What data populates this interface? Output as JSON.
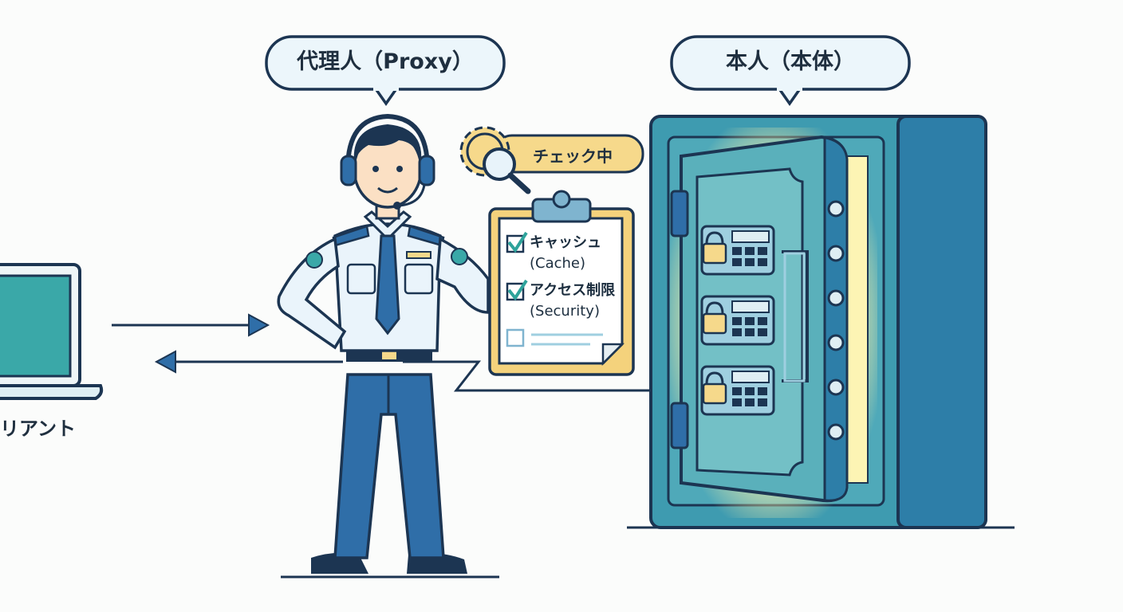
{
  "labels": {
    "proxy_bubble": "代理人（Proxy）",
    "origin_bubble": "本人（本体）",
    "client_label": "リアント",
    "checking_tag": "チェック中"
  },
  "checklist": [
    {
      "label": "キャッシュ",
      "sub": "(Cache)",
      "checked": true
    },
    {
      "label": "アクセス制限",
      "sub": "(Security)",
      "checked": true
    },
    {
      "label": "",
      "sub": "",
      "checked": false
    }
  ],
  "colors": {
    "outline": "#1c3552",
    "uniform_blue": "#2f6ea8",
    "shirt": "#eaf4fb",
    "safe_teal": "#3e9bb0",
    "safe_dark": "#2d7ea8",
    "tag_yellow": "#f6d98b",
    "clipboard_yellow": "#f4d27c",
    "check_teal": "#2ea39b",
    "glow": "#fdf4b4",
    "screen_teal": "#3aa8a8"
  },
  "icons": [
    "gear-icon",
    "magnifier-icon",
    "padlock-icon",
    "keypad-icon",
    "headset-icon",
    "laptop-icon",
    "clipboard-icon",
    "arrow-right-icon",
    "arrow-left-icon"
  ]
}
